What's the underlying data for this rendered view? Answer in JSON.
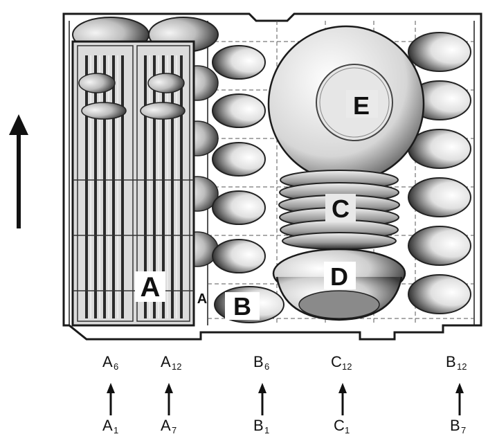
{
  "labels": {
    "A": "A",
    "A_small": "A",
    "B": "B",
    "C": "C",
    "D": "D",
    "E": "E"
  },
  "columns": [
    {
      "top": "A",
      "top_sub": "6",
      "bottom": "A",
      "bottom_sub": "1"
    },
    {
      "top": "A",
      "top_sub": "12",
      "bottom": "A",
      "bottom_sub": "7"
    },
    {
      "top": "B",
      "top_sub": "6",
      "bottom": "B",
      "bottom_sub": "1"
    },
    {
      "top": "C",
      "top_sub": "12",
      "bottom": "C",
      "bottom_sub": "1"
    },
    {
      "top": "B",
      "top_sub": "12",
      "bottom": "B",
      "bottom_sub": "7"
    }
  ],
  "colors": {
    "line": "#1a1a1a",
    "fill_light": "#e9e9e9",
    "fill_dark": "#2a2a2a"
  }
}
